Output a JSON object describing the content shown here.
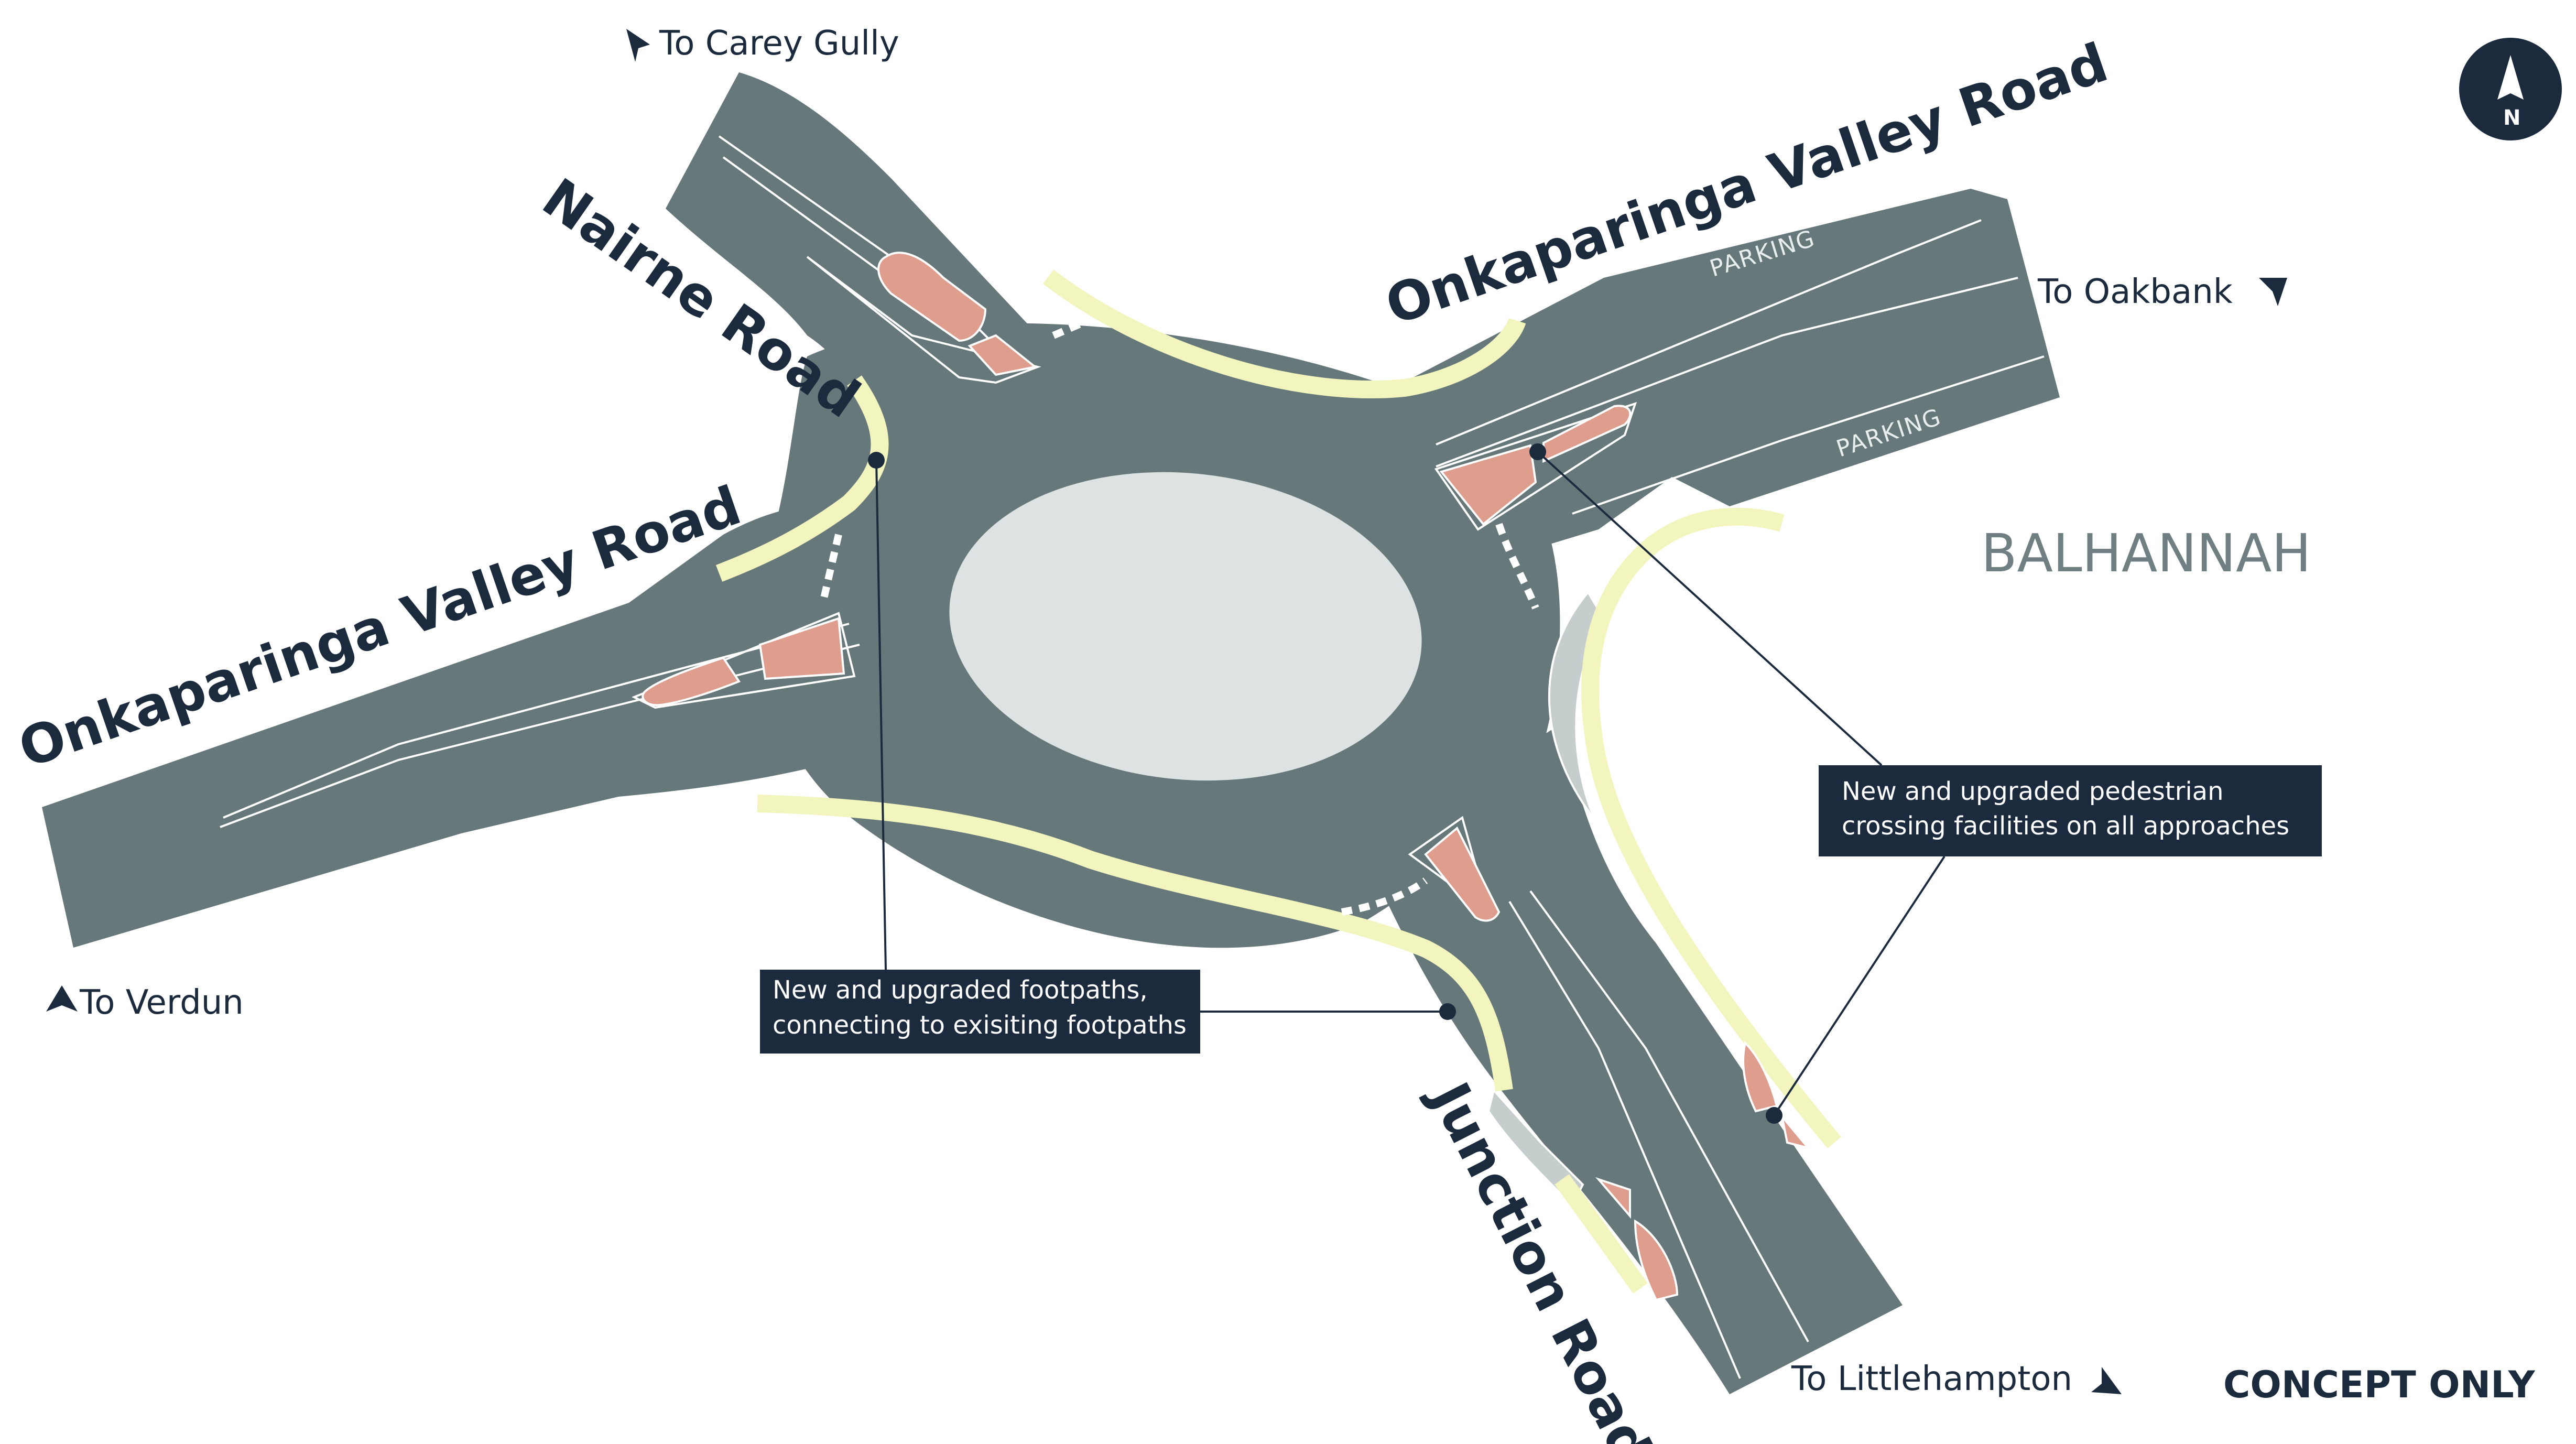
{
  "roads": {
    "nairne": "Nairne Road",
    "onkaparinga_west": "Onkaparinga Valley Road",
    "onkaparinga_east": "Onkaparinga Valley Road",
    "junction": "Junction Road"
  },
  "destinations": {
    "carey_gully": "To Carey Gully",
    "oakbank": "To Oakbank",
    "verdun": "To Verdun",
    "littlehampton": "To Littlehampton"
  },
  "parking_labels": [
    "PARKING",
    "PARKING"
  ],
  "town": "BALHANNAH",
  "stamp": "CONCEPT ONLY",
  "north_label": "N",
  "callouts": {
    "footpaths": [
      "New and upgraded footpaths,",
      "connecting to exisiting footpaths"
    ],
    "crossings": [
      "New and upgraded pedestrian",
      "crossing facilities on all approaches"
    ]
  },
  "colors": {
    "road": "#66787a",
    "footpath": "#f3f5bf",
    "median": "#df9d8e",
    "central_island": "#dce3e2",
    "text": "#1b2a3d"
  },
  "icons": [
    "north-arrow-icon",
    "direction-arrow-icon"
  ]
}
